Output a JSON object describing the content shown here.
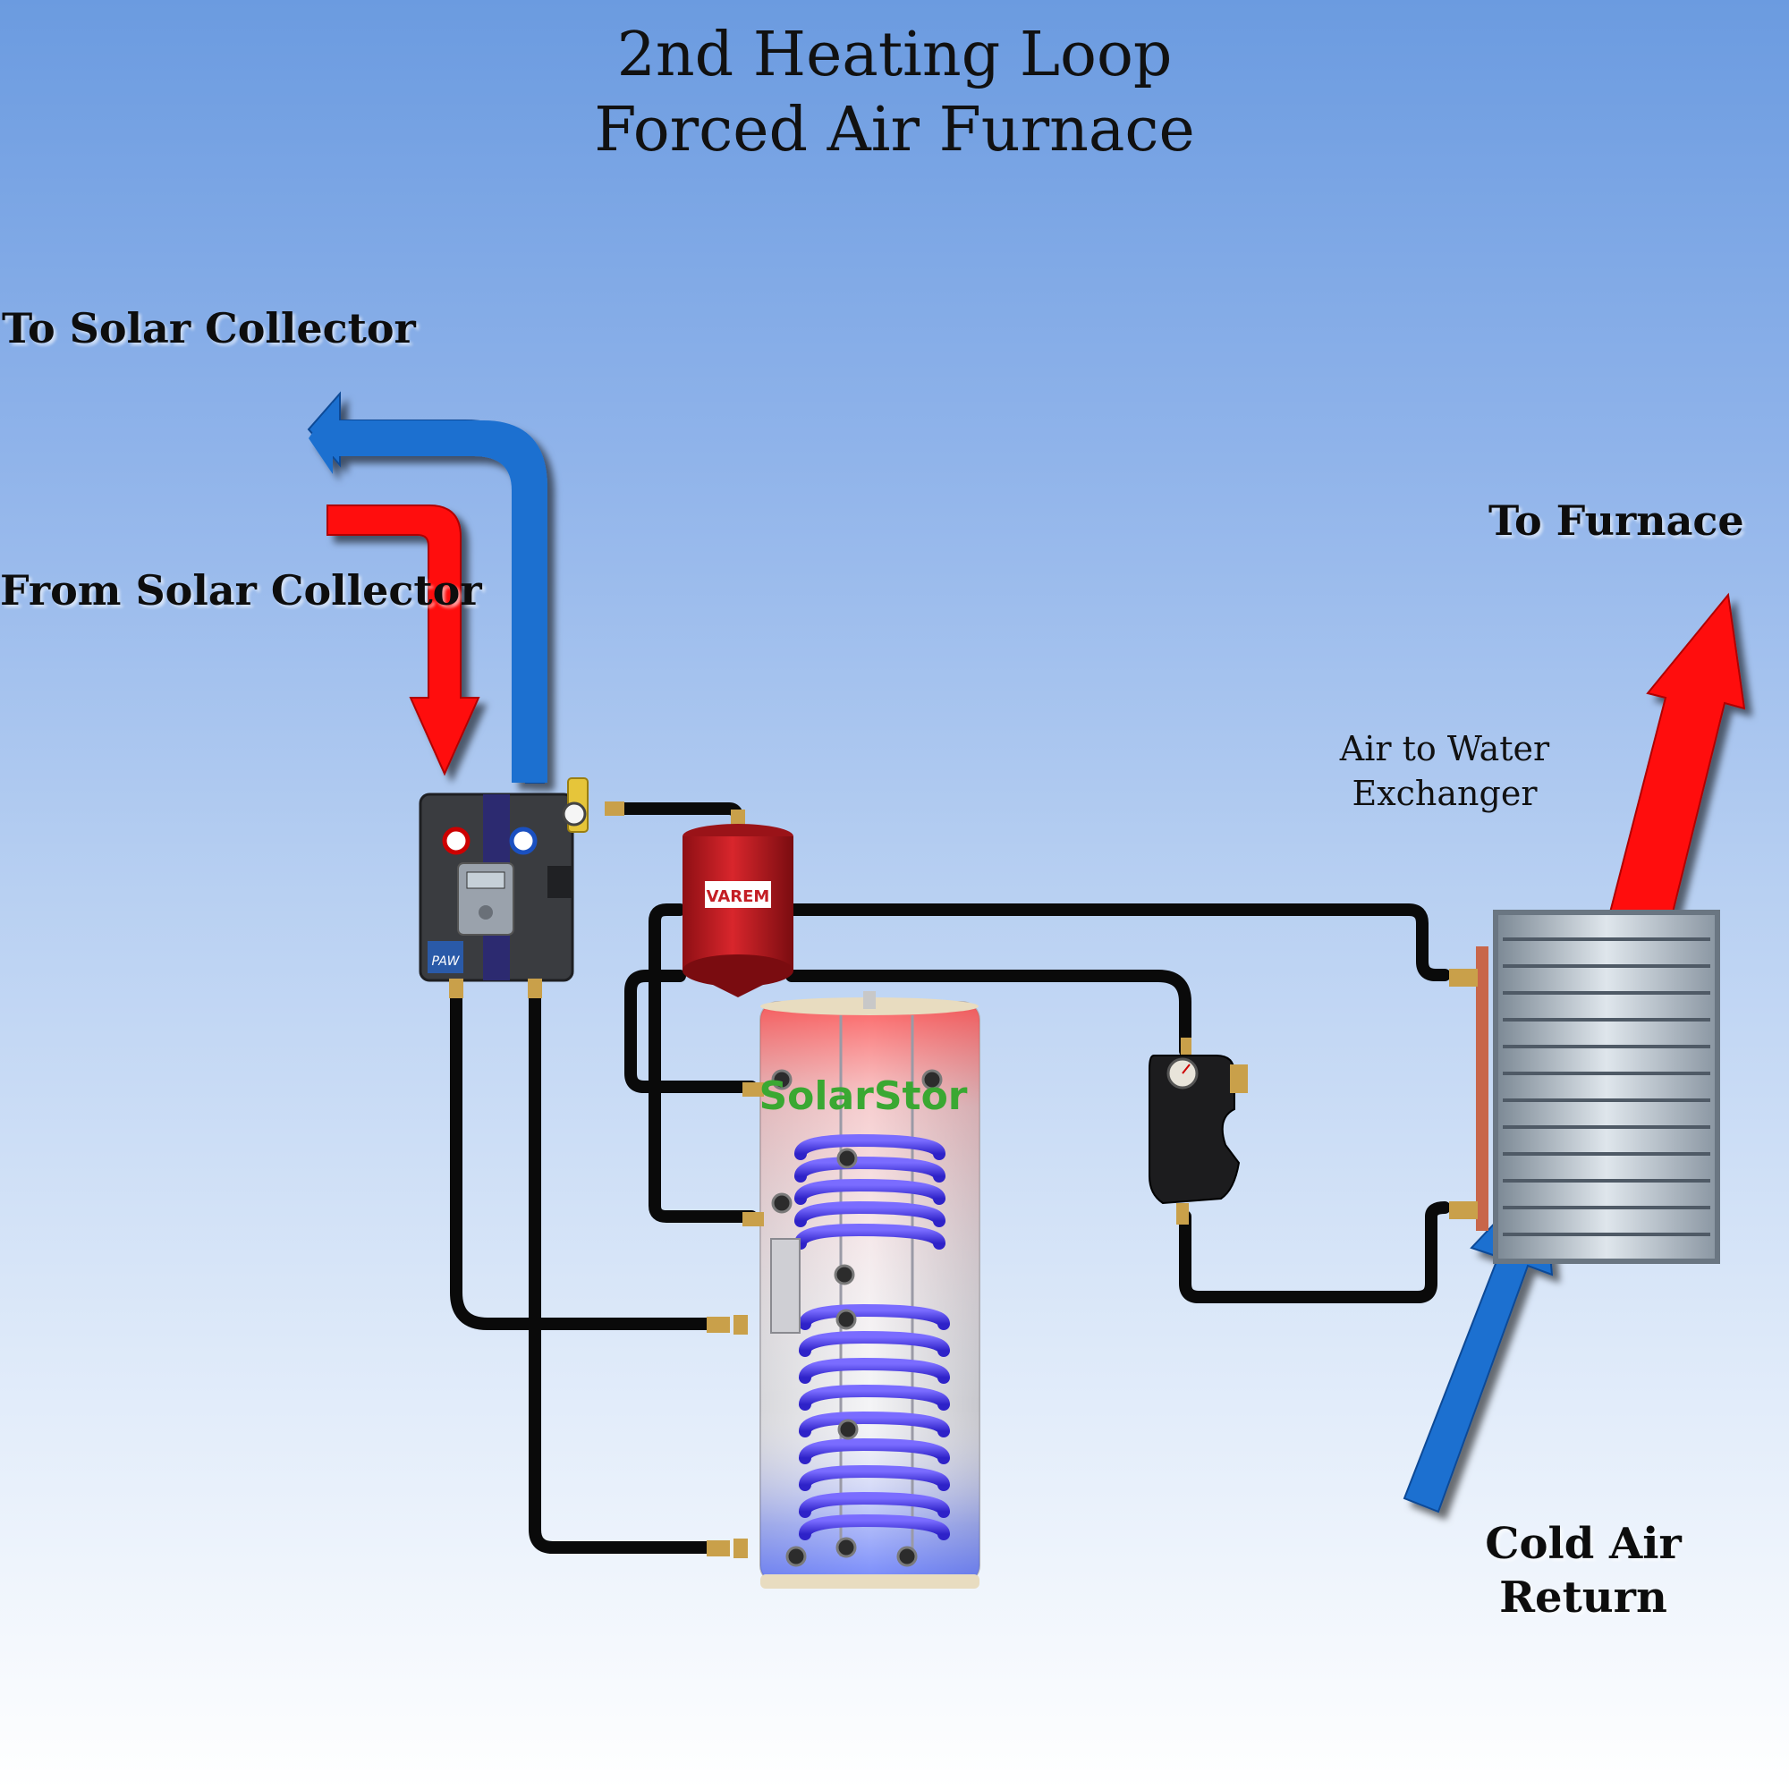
{
  "title": {
    "line1": "2nd Heating Loop",
    "line2": "Forced Air Furnace"
  },
  "labels": {
    "to_solar_collector": "To Solar Collector",
    "from_solar_collector": "From Solar Collector",
    "to_furnace": "To Furnace",
    "exchanger_line1": "Air to Water",
    "exchanger_line2": "Exchanger",
    "cold_air_line1": "Cold Air",
    "cold_air_line2": "Return"
  },
  "devices": {
    "pump_station_logo": "PAW",
    "expansion_tank_brand": "VAREM",
    "tank_brand": "SolarStor"
  },
  "colors": {
    "hot": "#ff1010",
    "cold": "#1a6fd0",
    "pipe": "#0a0a0a",
    "tank_brand": "#3aa832",
    "expansion_tank": "#c41e24"
  }
}
